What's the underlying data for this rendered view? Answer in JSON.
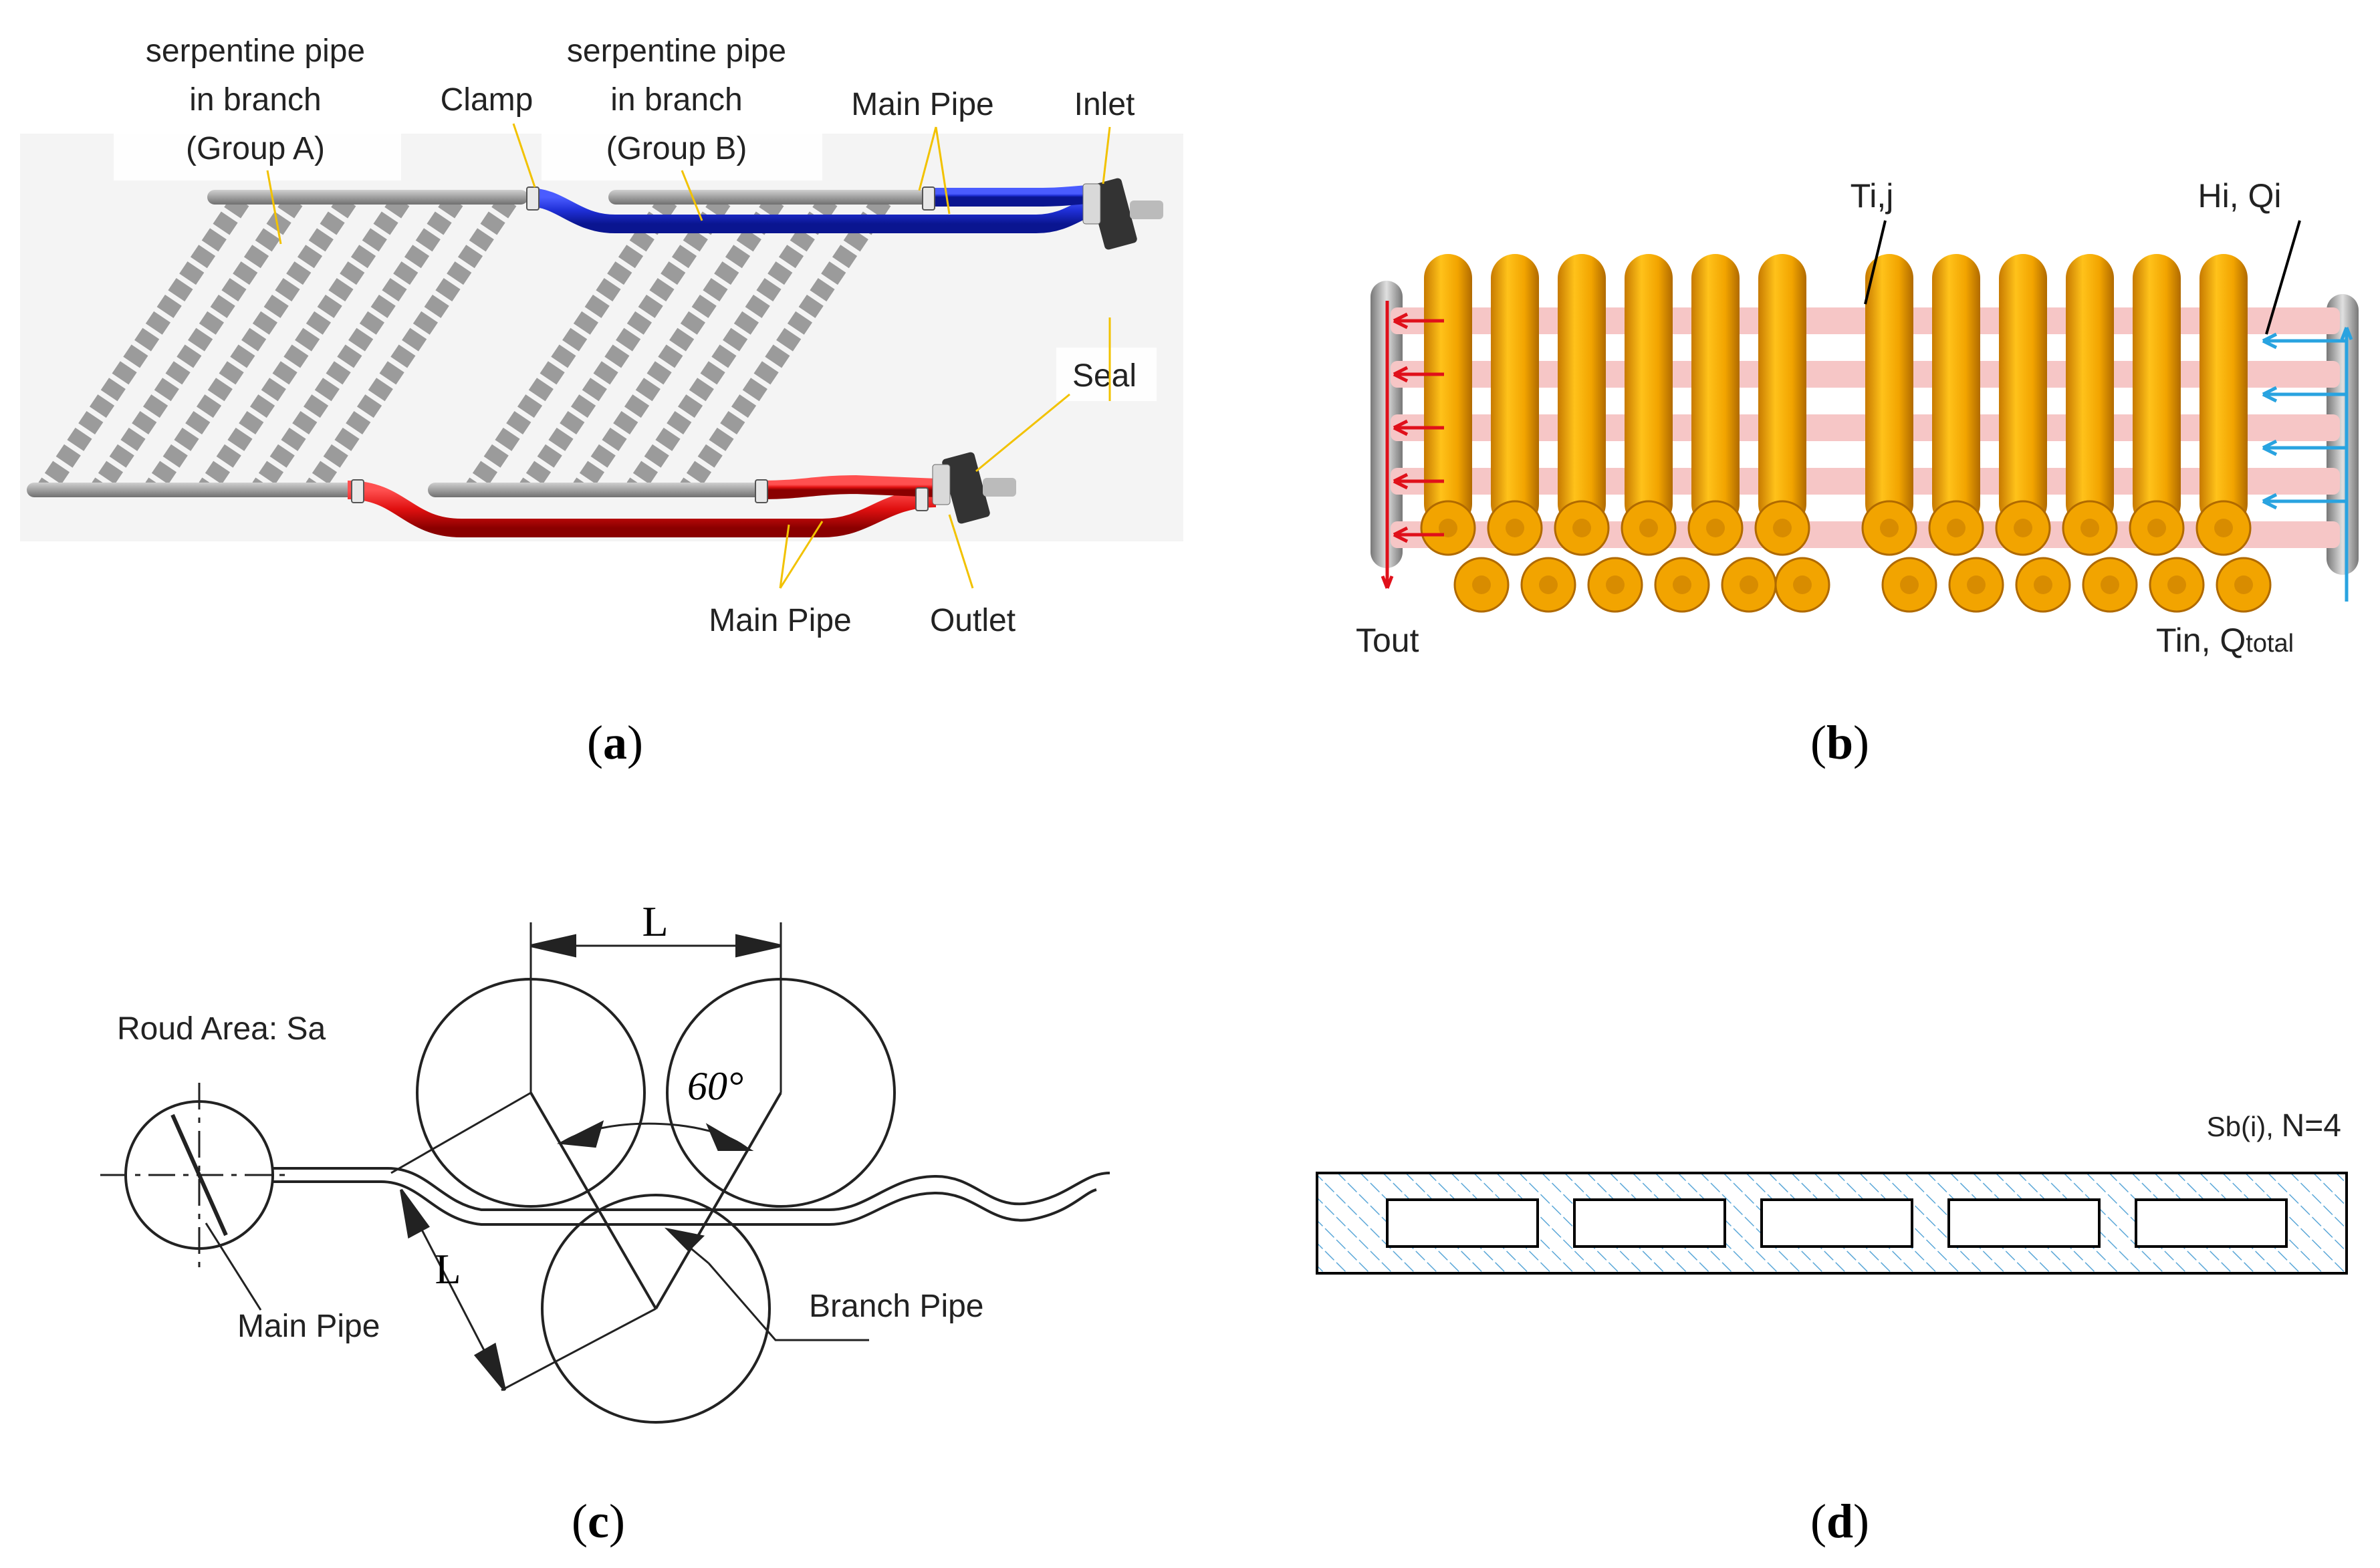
{
  "figure": {
    "captions": {
      "a": {
        "open": "(",
        "letter": "a",
        "close": ")"
      },
      "b": {
        "open": "(",
        "letter": "b",
        "close": ")"
      },
      "c": {
        "open": "(",
        "letter": "c",
        "close": ")"
      },
      "d": {
        "open": "(",
        "letter": "d",
        "close": ")"
      }
    }
  },
  "panel_a": {
    "group_a_label": [
      "serpentine pipe",
      "in branch",
      "(Group A)"
    ],
    "clamp_label": "Clamp",
    "group_b_label": [
      "serpentine pipe",
      "in branch",
      "(Group B)"
    ],
    "main_pipe_top_label": "Main Pipe",
    "inlet_label": "Inlet",
    "seal_label": "Seal",
    "main_pipe_bottom_label": "Main Pipe",
    "outlet_label": "Outlet",
    "colors": {
      "inlet_pipe": "#1f2fd6",
      "outlet_pipe": "#e01010",
      "branch_pipe": "#9b9b9b",
      "header_pipe": "#a8a8a8"
    }
  },
  "panel_b": {
    "tij_label": "Ti,j",
    "hq_label": "Hi, Qi",
    "tout_label": "Tout",
    "tin_label": "Tin, Q",
    "tin_sub": "total",
    "colors": {
      "roller": "#f2a400",
      "outflow_arrow": "#e0101a",
      "inflow_arrow": "#29a3e0",
      "pipe_glow": "#f6c6c6"
    }
  },
  "panel_c": {
    "round_area_label": "Roud Area: Sa",
    "L_top": "L",
    "angle_label": "60°",
    "L_left": "L",
    "main_pipe_label": "Main Pipe",
    "branch_pipe_label": "Branch Pipe"
  },
  "panel_d": {
    "title_main": "Sb(i), ",
    "title_n": "N=4",
    "slot_count": 5,
    "colors": {
      "hatch": "#5aa7d8",
      "border": "#000000"
    }
  }
}
